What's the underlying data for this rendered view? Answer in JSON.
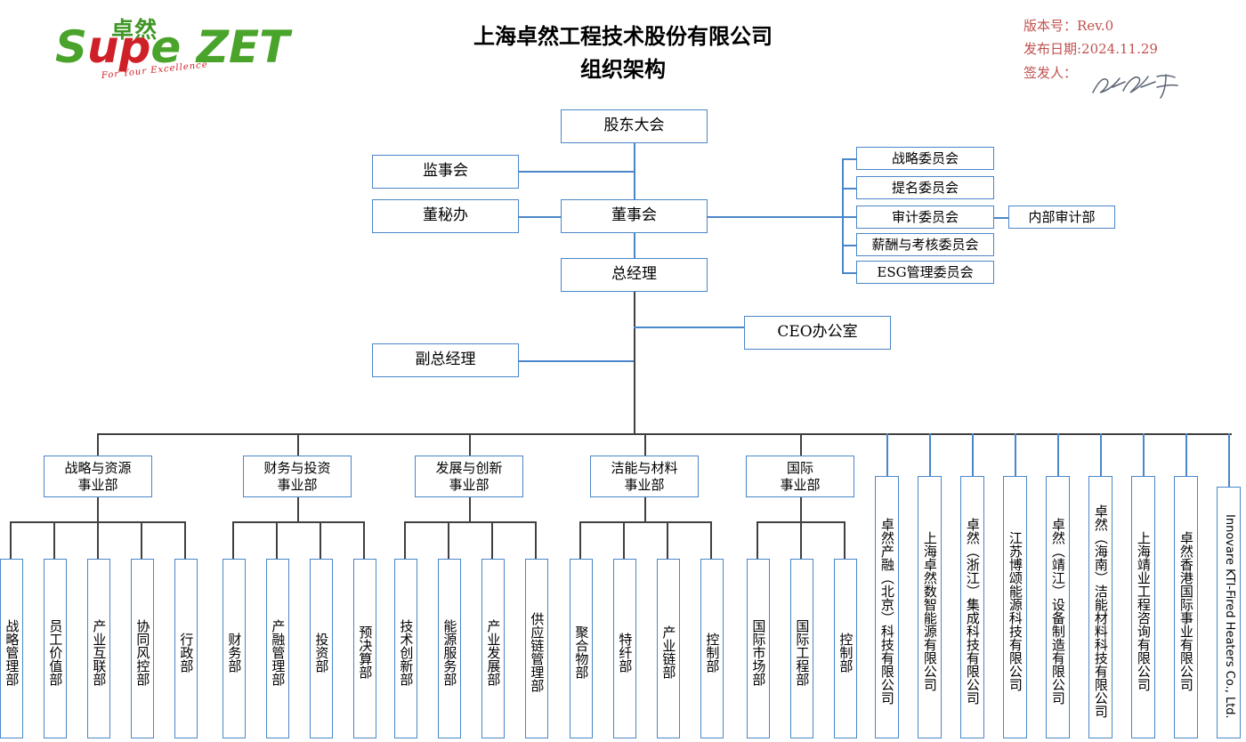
{
  "header": {
    "logo": {
      "cn_top": "卓然",
      "main_left": "Supe",
      "main_left_accent": "up",
      "main_right": "ZET",
      "tagline": "For Your Excellence"
    },
    "title_line1": "上海卓然工程技术股份有限公司",
    "title_line2": "组织架构",
    "meta": {
      "version_label": "版本号：Rev.0",
      "date_label": "发布日期:2024.11.29",
      "signer_label": "签发人："
    }
  },
  "chart_data": {
    "type": "diagram",
    "title": "上海卓然工程技术股份有限公司 组织架构",
    "governance": {
      "shareholders_meeting": "股东大会",
      "supervisory_board": "监事会",
      "board_secretary_office": "董秘办",
      "board_of_directors": "董事会",
      "general_manager": "总经理",
      "deputy_general_manager": "副总经理",
      "ceo_office": "CEO办公室",
      "internal_audit": "内部审计部"
    },
    "committees": [
      "战略委员会",
      "提名委员会",
      "审计委员会",
      "薪酬与考核委员会",
      "ESG管理委员会"
    ],
    "divisions": [
      {
        "name": "战略与资源\n事业部",
        "departments": [
          "战略管理部",
          "员工价值部",
          "产业互联部",
          "协同风控部",
          "行政部"
        ]
      },
      {
        "name": "财务与投资\n事业部",
        "departments": [
          "财务部",
          "产融管理部",
          "投资部",
          "预决算部"
        ]
      },
      {
        "name": "发展与创新\n事业部",
        "departments": [
          "技术创新部",
          "能源服务部",
          "产业发展部",
          "供应链管理部"
        ]
      },
      {
        "name": "洁能与材料\n事业部",
        "departments": [
          "聚合物部",
          "特纤部",
          "产业链部",
          "控制部"
        ]
      },
      {
        "name": "国际\n事业部",
        "departments": [
          "国际市场部",
          "国际工程部",
          "控制部"
        ]
      }
    ],
    "subsidiaries": [
      "卓然产融（北京）科技有限公司",
      "上海卓然数智能源有限公司",
      "卓然（浙江）集成科技有限公司",
      "江苏博颂能源科技有限公司",
      "卓然（靖江）设备制造有限公司",
      "卓然（海南）洁能材料科技有限公司",
      "上海靖业工程咨询有限公司",
      "卓然香港国际事业有限公司",
      "Innovare KTI-Fired Heaters Co., Ltd."
    ],
    "colors": {
      "box_border": "#4a86c8",
      "connector": "#404040",
      "connector_blue": "#4a86c8",
      "meta_text": "#c0504d",
      "logo_green": "#4aa32a",
      "logo_red": "#cf2027"
    }
  }
}
